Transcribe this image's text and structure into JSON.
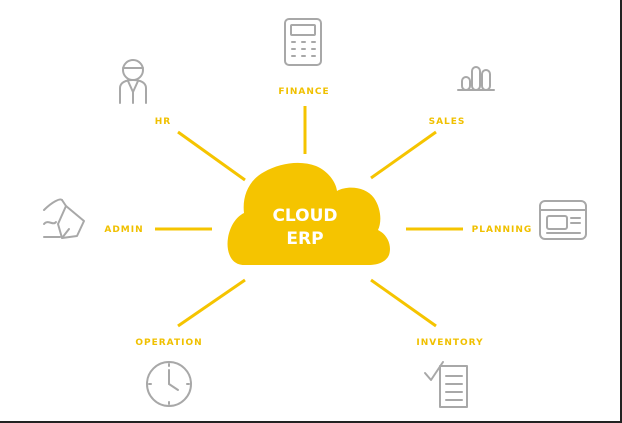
{
  "colors": {
    "accent": "#f5c400",
    "icon": "#a8a8a8",
    "label": "#f0c000",
    "cloud_text": "#ffffff"
  },
  "center": {
    "line1": "CLOUD",
    "line2": "ERP"
  },
  "modules": [
    {
      "id": "finance",
      "label": "FINANCE",
      "icon": "calculator-icon"
    },
    {
      "id": "sales",
      "label": "SALES",
      "icon": "bar-chart-icon"
    },
    {
      "id": "planning",
      "label": "PLANNING",
      "icon": "card-icon"
    },
    {
      "id": "inventory",
      "label": "INVENTORY",
      "icon": "checklist-icon"
    },
    {
      "id": "operation",
      "label": "OPERATION",
      "icon": "clock-icon"
    },
    {
      "id": "admin",
      "label": "ADMIN",
      "icon": "signature-pen-icon"
    },
    {
      "id": "hr",
      "label": "HR",
      "icon": "person-icon"
    }
  ]
}
